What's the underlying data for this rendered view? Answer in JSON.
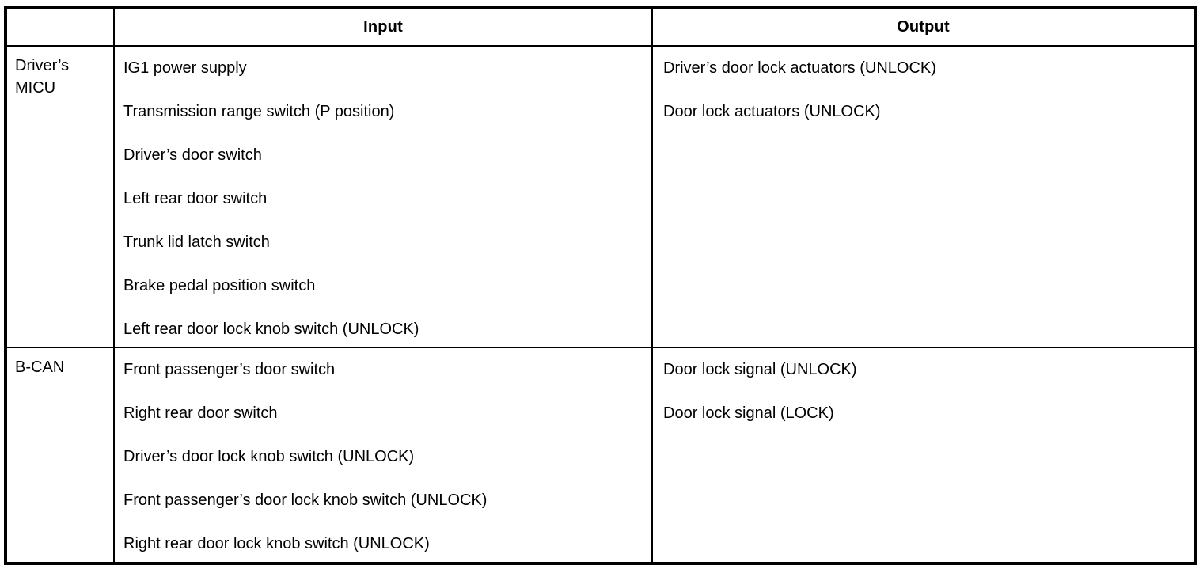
{
  "colors": {
    "border": "#000000",
    "text": "#000000",
    "background": "#ffffff"
  },
  "table": {
    "header": {
      "source": "",
      "input": "Input",
      "output": "Output"
    },
    "rows": [
      {
        "source": "Driver’s MICU",
        "inputs": [
          "IG1 power supply",
          "Transmission range switch (P position)",
          "Driver’s door switch",
          "Left rear door switch",
          "Trunk lid latch switch",
          "Brake pedal position switch",
          "Left rear door lock knob switch (UNLOCK)"
        ],
        "outputs": [
          "Driver’s door lock actuators (UNLOCK)",
          "Door lock actuators (UNLOCK)"
        ]
      },
      {
        "source": "B-CAN",
        "inputs": [
          "Front passenger’s door switch",
          "Right rear door switch",
          "Driver’s door lock knob switch (UNLOCK)",
          "Front passenger’s door lock knob switch (UNLOCK)",
          "Right rear door lock knob switch (UNLOCK)"
        ],
        "outputs": [
          "Door lock signal (UNLOCK)",
          "Door lock signal (LOCK)"
        ]
      }
    ]
  }
}
